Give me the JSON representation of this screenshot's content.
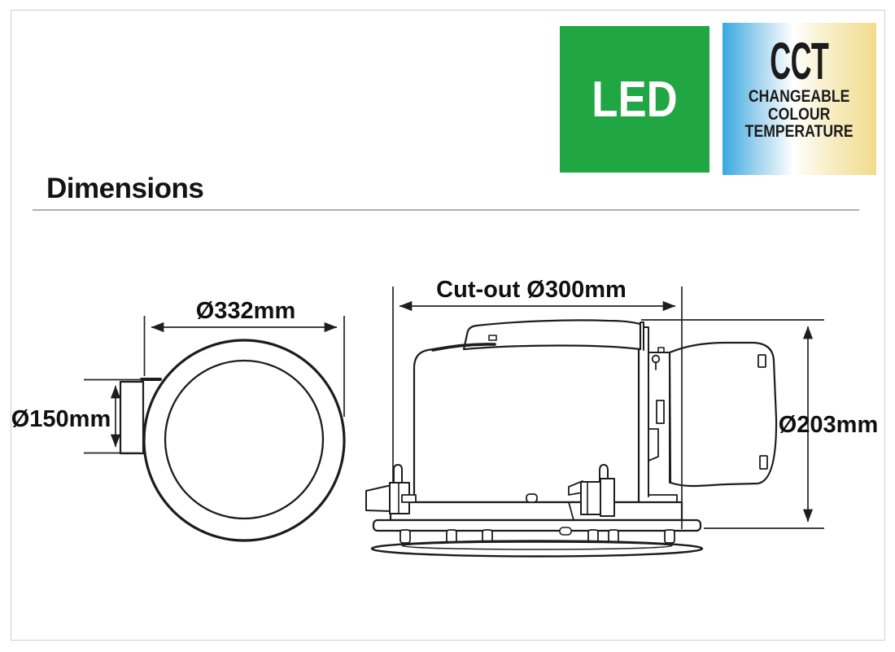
{
  "page": {
    "background": "#FFFFFF",
    "frame_border_color": "#CFCFCF"
  },
  "badges": {
    "led": {
      "label": "LED",
      "background": "#21A644",
      "text_color": "#FFFFFF"
    },
    "cct": {
      "title": "CCT",
      "subtitle_lines": [
        "CHANGEABLE",
        "COLOUR",
        "TEMPERATURE"
      ],
      "text_color": "#1B1B1B",
      "gradient_left": "#36A9E1",
      "gradient_middle": "#FFFFFF",
      "gradient_right": "#F2DB8D"
    }
  },
  "section": {
    "heading": "Dimensions"
  },
  "drawing": {
    "line_color": "#1D1D1D",
    "front_view": {
      "overall_diameter": "Ø332mm",
      "duct_diameter": "Ø150mm"
    },
    "side_view": {
      "cutout_diameter": "Cut-out Ø300mm",
      "body_diameter": "Ø203mm"
    }
  }
}
